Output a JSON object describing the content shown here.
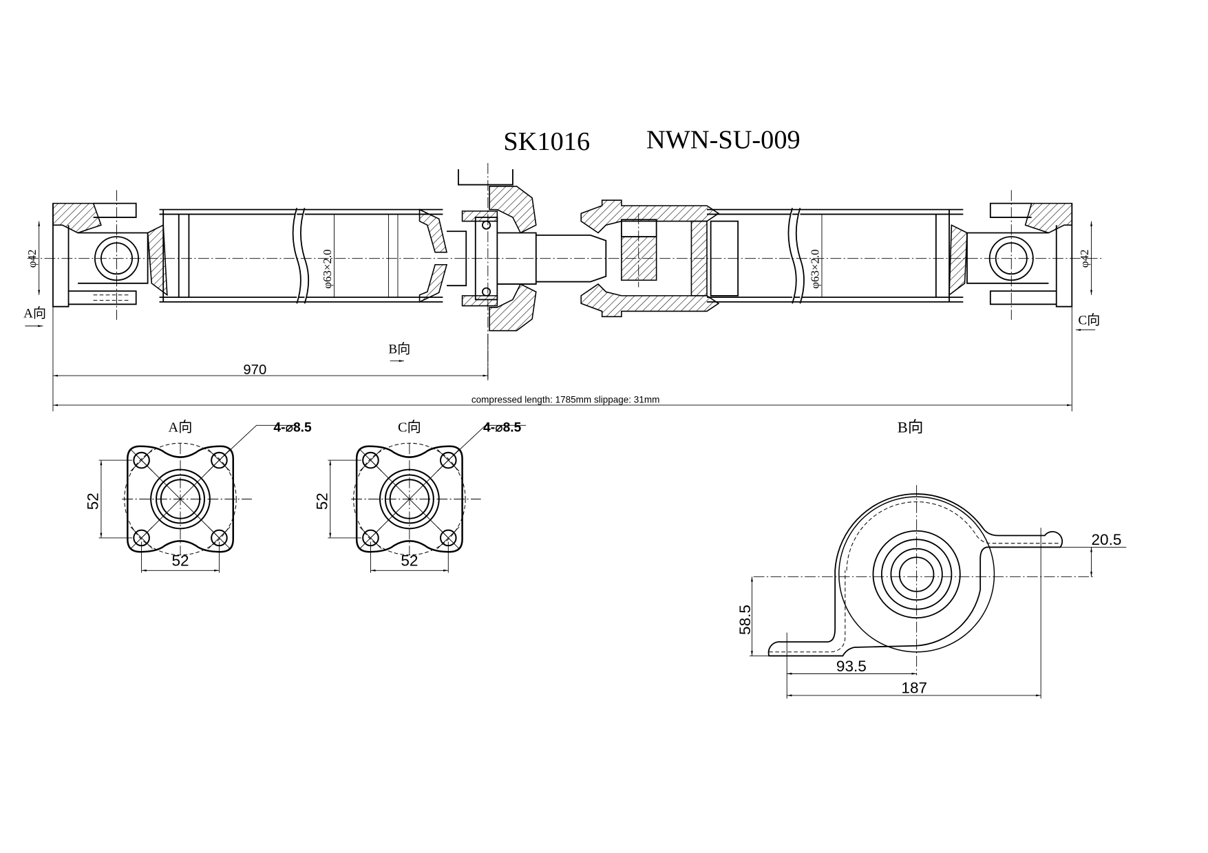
{
  "title": {
    "part_number": "SK1016",
    "reference_number": "NWN-SU-009"
  },
  "main_view": {
    "left_flange_diameter": "φ42",
    "right_flange_diameter": "φ42",
    "left_tube_spec": "φ63×2.0",
    "right_tube_spec": "φ63×2.0",
    "view_a_marker": "A向",
    "view_b_marker": "B向",
    "view_c_marker": "C向",
    "dim_to_center_bearing": "970",
    "overall_note": "compressed length: 1785mm  slippage: 31mm"
  },
  "view_a": {
    "label": "A向",
    "holes": "4-⌀8.5",
    "dim_vertical": "52",
    "dim_horizontal": "52"
  },
  "view_c": {
    "label": "C向",
    "holes": "4-⌀8.5",
    "dim_vertical": "52",
    "dim_horizontal": "52"
  },
  "view_b": {
    "label": "B向",
    "dim_offset": "20.5",
    "dim_height": "58.5",
    "dim_half_span": "93.5",
    "dim_span": "187"
  }
}
